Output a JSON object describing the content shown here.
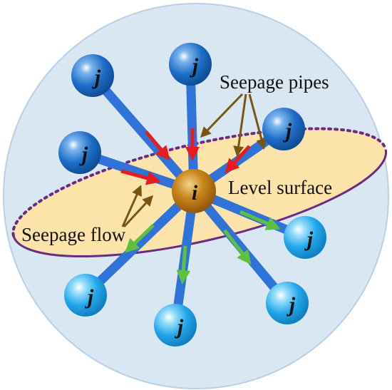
{
  "labels": {
    "seepage_pipes": "Seepage pipes",
    "level_surface": "Level surface",
    "seepage_flow": "Seepage flow"
  },
  "nodes": {
    "center": "i",
    "neighbor": "j"
  },
  "colors": {
    "background_circle": "#d9e7f3",
    "level_surface_fill": "#fbe3aa",
    "level_surface_outline": "#6a2a86",
    "pipe": "#2f72d8",
    "upper_node": "#1e72c9",
    "lower_node": "#24a8e8",
    "center_node": "#b8720f",
    "inflow_arrow": "#e81c1c",
    "outflow_arrow": "#5fbf3f",
    "pointer_line": "#7a5512"
  }
}
